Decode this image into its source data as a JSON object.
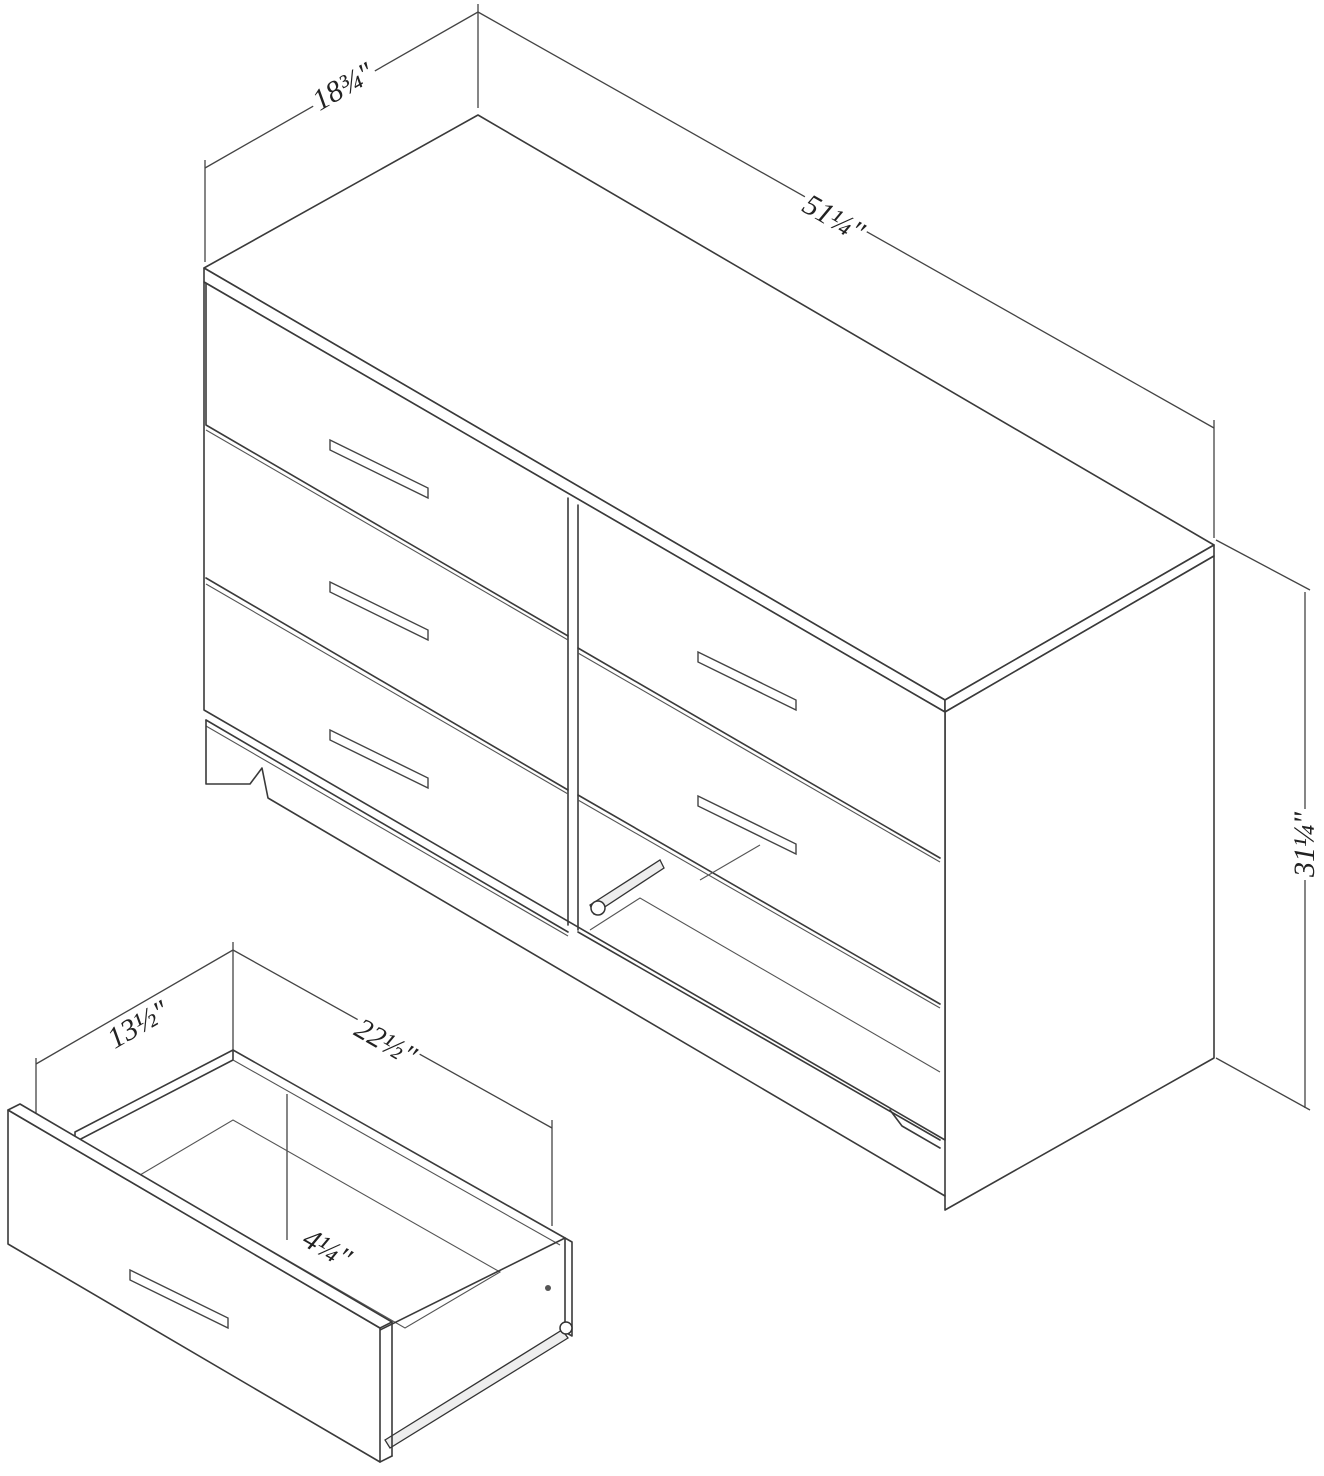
{
  "diagram": {
    "subject": "6-drawer dresser dimension drawing",
    "line_color": "#3a3a3a",
    "background": "#ffffff",
    "dresser": {
      "drawers_left_column": 3,
      "drawers_right_column": 3,
      "dimensions": {
        "depth": "18¾\"",
        "width": "51¼\"",
        "height": "31¼\""
      }
    },
    "drawer_detail": {
      "dimensions": {
        "depth": "13½\"",
        "width": "22½\"",
        "inner_height": "4¼\""
      }
    }
  }
}
